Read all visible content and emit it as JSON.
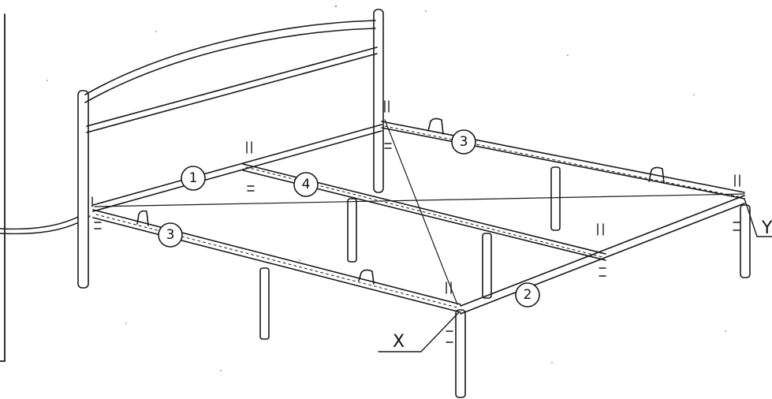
{
  "diagram": {
    "parts": [
      {
        "id": "part-1",
        "label": "1"
      },
      {
        "id": "part-2",
        "label": "2"
      },
      {
        "id": "part-3-front",
        "label": "3"
      },
      {
        "id": "part-3-back",
        "label": "3"
      },
      {
        "id": "part-4",
        "label": "4"
      }
    ],
    "markers": {
      "x": "X",
      "y": "Y"
    },
    "colors": {
      "ink": "#1a1a1a",
      "paper": "#ffffff"
    }
  }
}
